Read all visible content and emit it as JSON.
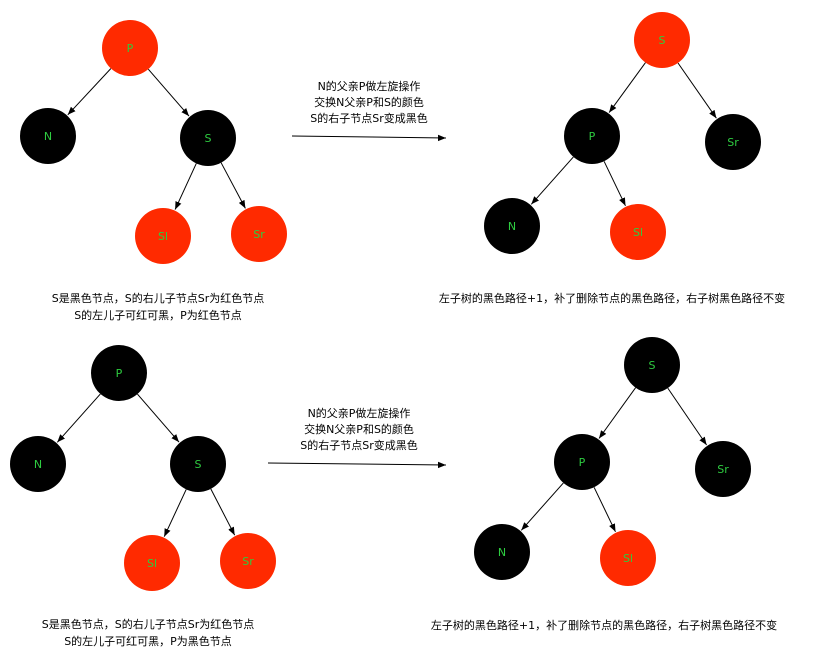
{
  "colors": {
    "red_node": "#ff2a00",
    "black_node": "#000000",
    "label_green": "#2ecc40",
    "edge": "#000000",
    "text": "#000000"
  },
  "panels": [
    {
      "id": "top-left",
      "nodes": [
        {
          "label": "P",
          "color": "red"
        },
        {
          "label": "N",
          "color": "black"
        },
        {
          "label": "S",
          "color": "black"
        },
        {
          "label": "Sl",
          "color": "red"
        },
        {
          "label": "Sr",
          "color": "red"
        }
      ],
      "caption": [
        "S是黑色节点，S的右儿子节点Sr为红色节点",
        "S的左儿子可红可黑，P为红色节点"
      ]
    },
    {
      "id": "top-right",
      "nodes": [
        {
          "label": "S",
          "color": "red"
        },
        {
          "label": "P",
          "color": "black"
        },
        {
          "label": "Sr",
          "color": "black"
        },
        {
          "label": "N",
          "color": "black"
        },
        {
          "label": "Sl",
          "color": "red"
        }
      ],
      "caption": [
        "左子树的黑色路径+1，补了删除节点的黑色路径，右子树黑色路径不变"
      ]
    },
    {
      "id": "bottom-left",
      "nodes": [
        {
          "label": "P",
          "color": "black"
        },
        {
          "label": "N",
          "color": "black"
        },
        {
          "label": "S",
          "color": "black"
        },
        {
          "label": "Sl",
          "color": "red"
        },
        {
          "label": "Sr",
          "color": "red"
        }
      ],
      "caption": [
        "S是黑色节点，S的右儿子节点Sr为红色节点",
        "S的左儿子可红可黑，P为黑色节点"
      ]
    },
    {
      "id": "bottom-right",
      "nodes": [
        {
          "label": "S",
          "color": "black"
        },
        {
          "label": "P",
          "color": "black"
        },
        {
          "label": "Sr",
          "color": "black"
        },
        {
          "label": "N",
          "color": "black"
        },
        {
          "label": "Sl",
          "color": "red"
        }
      ],
      "caption": [
        "左子树的黑色路径+1，补了删除节点的黑色路径，右子树黑色路径不变"
      ]
    }
  ],
  "arrows": [
    {
      "id": "top",
      "text": [
        "N的父亲P做左旋操作",
        "交换N父亲P和S的颜色",
        "S的右子节点Sr变成黑色"
      ]
    },
    {
      "id": "bottom",
      "text": [
        "N的父亲P做左旋操作",
        "交换N父亲P和S的颜色",
        "S的右子节点Sr变成黑色"
      ]
    }
  ]
}
